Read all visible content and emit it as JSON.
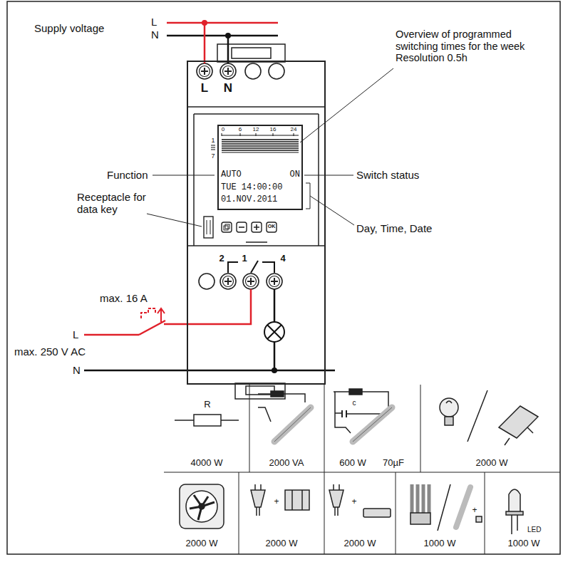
{
  "diagram": {
    "nodes": [
      {
        "text": [
          "L",
          "N",
          "1",
          "7",
          "2",
          "1",
          "4"
        ]
      },
      {
        "text": [
          "0",
          "6",
          "12",
          "16",
          "24",
          "AUTO",
          "ON",
          "TUE 14:00:00",
          "01.NOV.2011"
        ],
        "in": 0
      }
    ],
    "labels": [
      "Supply voltage",
      "L",
      "N",
      "Overview of programmed switching times for the week Resolution 0.5h",
      "Function",
      "Switch status",
      "Receptacle for data key",
      "Day, Time, Date",
      "max. 16 A",
      "L",
      "N",
      "max. 250 V AC",
      "OK",
      "R",
      "c",
      "4000 W",
      "2000 VA",
      "600 W",
      "70µF",
      "2000 W",
      "2000 W",
      "2000 W",
      "2000 W",
      "1000 W",
      "1000 W",
      "LED",
      "+",
      "+",
      "+"
    ]
  }
}
